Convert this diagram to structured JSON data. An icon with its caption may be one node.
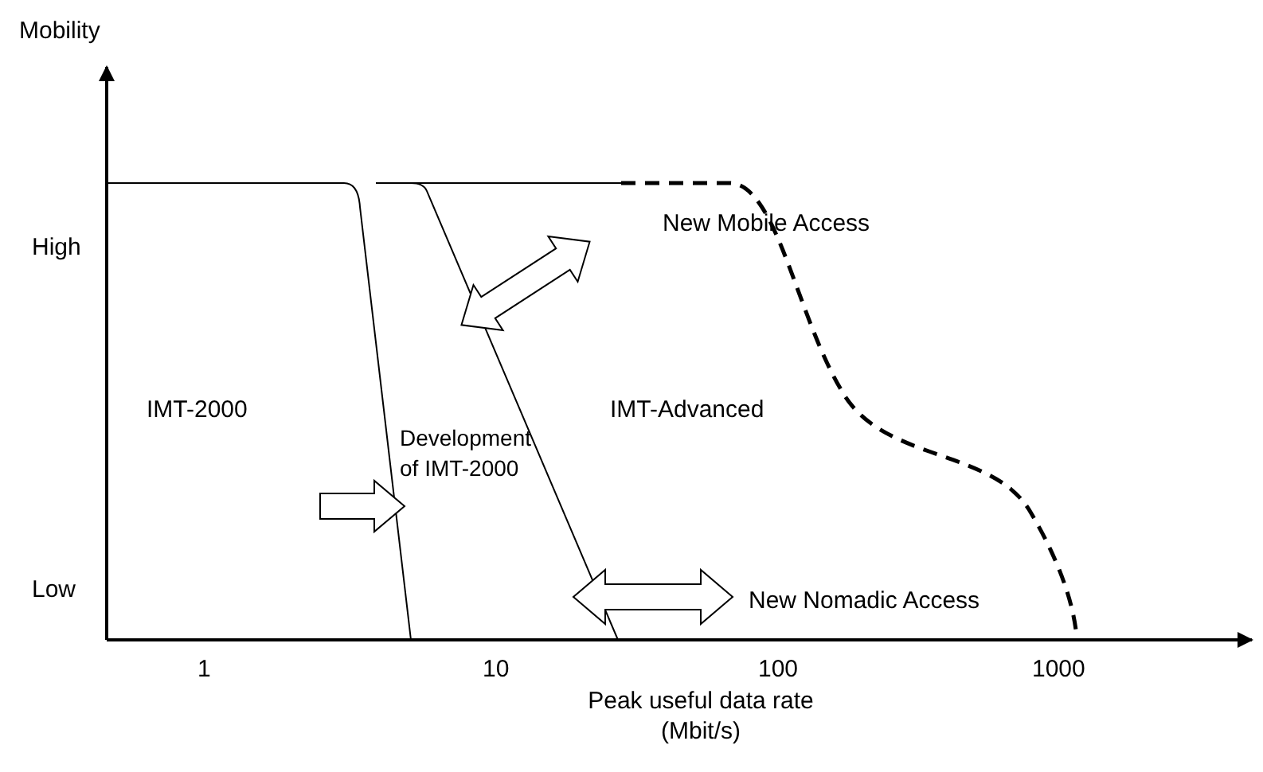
{
  "diagram": {
    "labels": [
      "Mobility",
      "High",
      "Low",
      "1",
      "10",
      "100",
      "1000",
      "Peak useful data rate (Mbit/s)",
      "IMT-2000",
      "Development of IMT-2000",
      "IMT-Advanced",
      "New Mobile Access",
      "New Nomadic Access"
    ]
  }
}
